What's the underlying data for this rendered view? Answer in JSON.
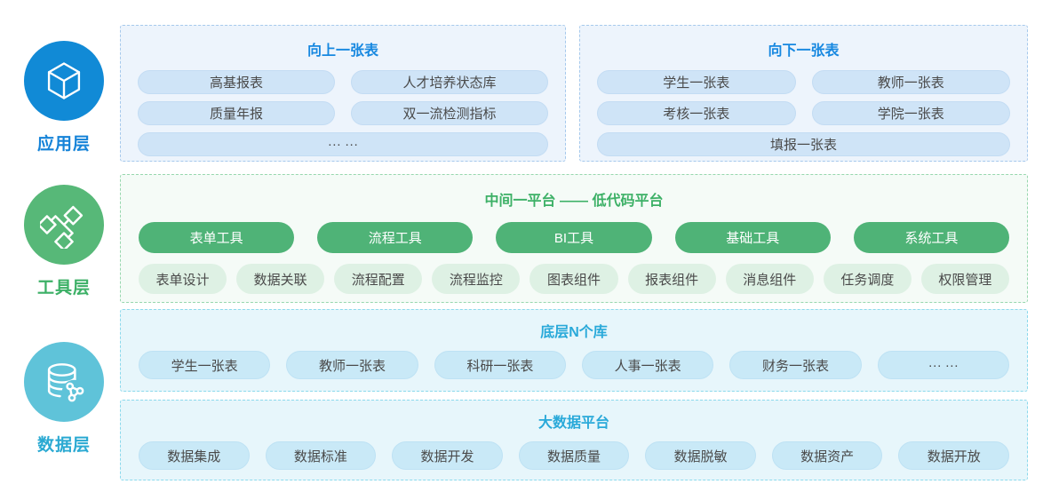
{
  "colors": {
    "blue": "#118ad6",
    "blue_text": "#1788e0",
    "green": "#4fb377",
    "green_text": "#3cb066",
    "teal": "#5fc3d9",
    "teal_text": "#29a9d9"
  },
  "layers": {
    "app": {
      "label": "应用层",
      "icon": "cube-icon"
    },
    "tool": {
      "label": "工具层",
      "icon": "flow-icon"
    },
    "data": {
      "label": "数据层",
      "icon": "database-icon"
    }
  },
  "boxes": {
    "up": {
      "title": "向上一张表",
      "pills": [
        "高基报表",
        "人才培养状态库",
        "质量年报",
        "双一流检测指标"
      ],
      "wide_pill": "··· ···"
    },
    "down": {
      "title": "向下一张表",
      "pills": [
        "学生一张表",
        "教师一张表",
        "考核一张表",
        "学院一张表"
      ],
      "wide_pill": "填报一张表"
    },
    "platform": {
      "title": "中间一平台 —— 低代码平台",
      "buttons": [
        "表单工具",
        "流程工具",
        "BI工具",
        "基础工具",
        "系统工具"
      ],
      "pills": [
        "表单设计",
        "数据关联",
        "流程配置",
        "流程监控",
        "图表组件",
        "报表组件",
        "消息组件",
        "任务调度",
        "权限管理"
      ]
    },
    "databases": {
      "title": "底层N个库",
      "pills": [
        "学生一张表",
        "教师一张表",
        "科研一张表",
        "人事一张表",
        "财务一张表",
        "··· ···"
      ]
    },
    "bigdata": {
      "title": "大数据平台",
      "pills": [
        "数据集成",
        "数据标准",
        "数据开发",
        "数据质量",
        "数据脱敏",
        "数据资产",
        "数据开放"
      ]
    }
  }
}
